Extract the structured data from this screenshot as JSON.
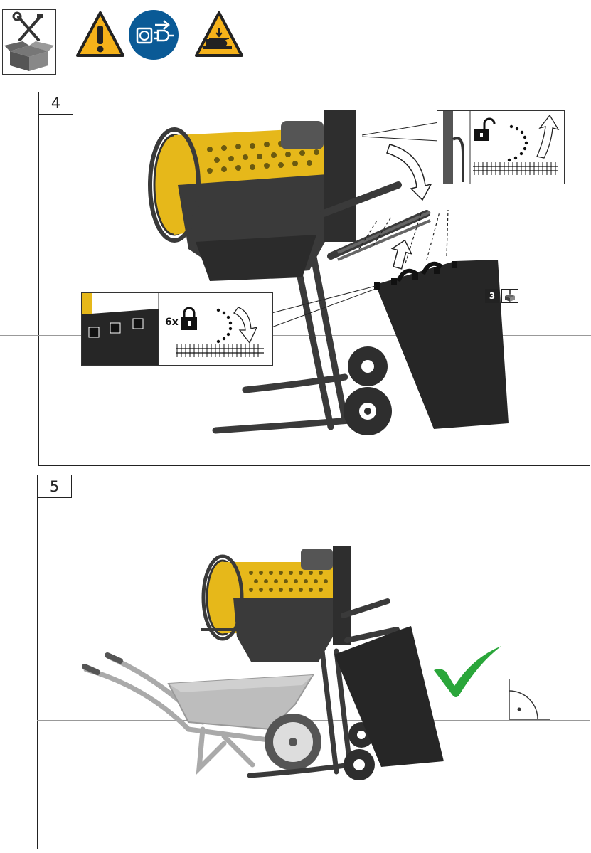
{
  "header": {
    "icons": [
      {
        "name": "tools-and-box-icon"
      },
      {
        "name": "general-warning-icon"
      },
      {
        "name": "unplug-mains-icon"
      },
      {
        "name": "crush-hazard-hand-icon"
      }
    ]
  },
  "colors": {
    "warning_yellow": "#f5b21a",
    "mandatory_blue": "#0a5a96",
    "drum_yellow": "#e6b81a",
    "check_green": "#2aa63a",
    "machine_dark": "#3a3a3a"
  },
  "step4": {
    "number": "4",
    "detail_inset": {
      "count_label": "6x"
    },
    "reference": {
      "number": "3"
    }
  },
  "step5": {
    "number": "5"
  }
}
